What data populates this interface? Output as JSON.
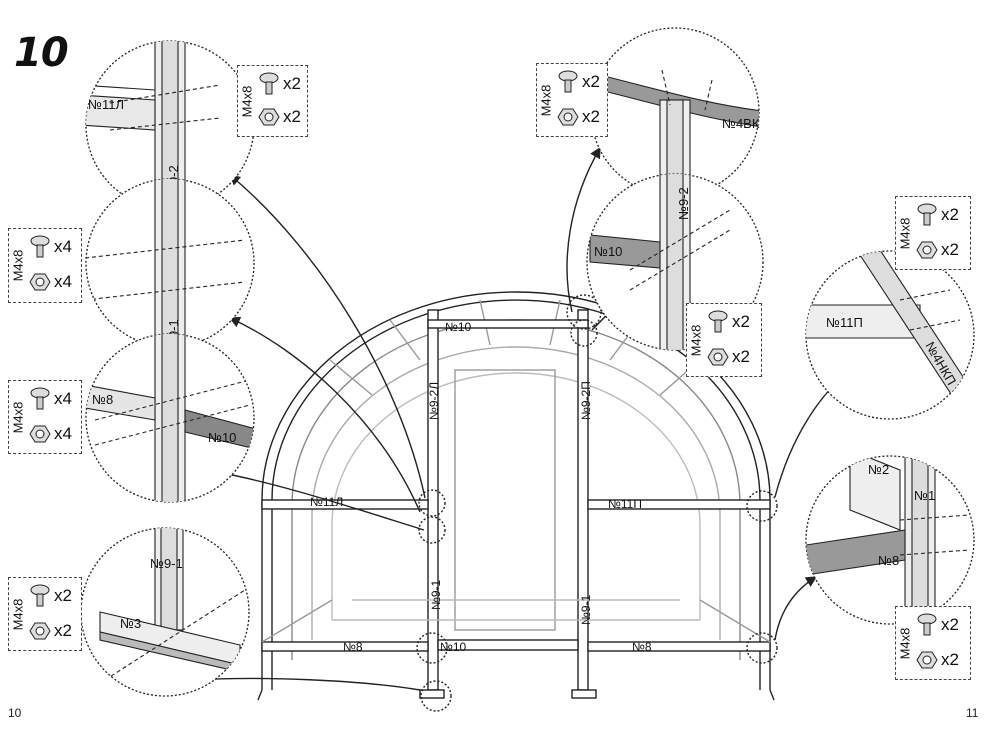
{
  "page": {
    "step_number": "10",
    "page_left": "10",
    "page_right": "11"
  },
  "hardware": {
    "screw_size": "M4x8",
    "qty_x2": "x2",
    "qty_x4": "x4"
  },
  "part_labels": {
    "p9_2": "№9-2",
    "p9_1": "№9-1",
    "p9_2l": "№9-2Л",
    "p9_2p": "№9-2П",
    "p10": "№10",
    "p11l": "№11Л",
    "p11p": "№11П",
    "p8": "№8",
    "p3": "№3",
    "p4vk": "№4ВК",
    "p4nkp": "№4НКП",
    "p2": "№2",
    "p1": "№1"
  },
  "colors": {
    "line": "#222222",
    "steel": "#8a8a8a",
    "steel_light": "#d9d9d9"
  }
}
